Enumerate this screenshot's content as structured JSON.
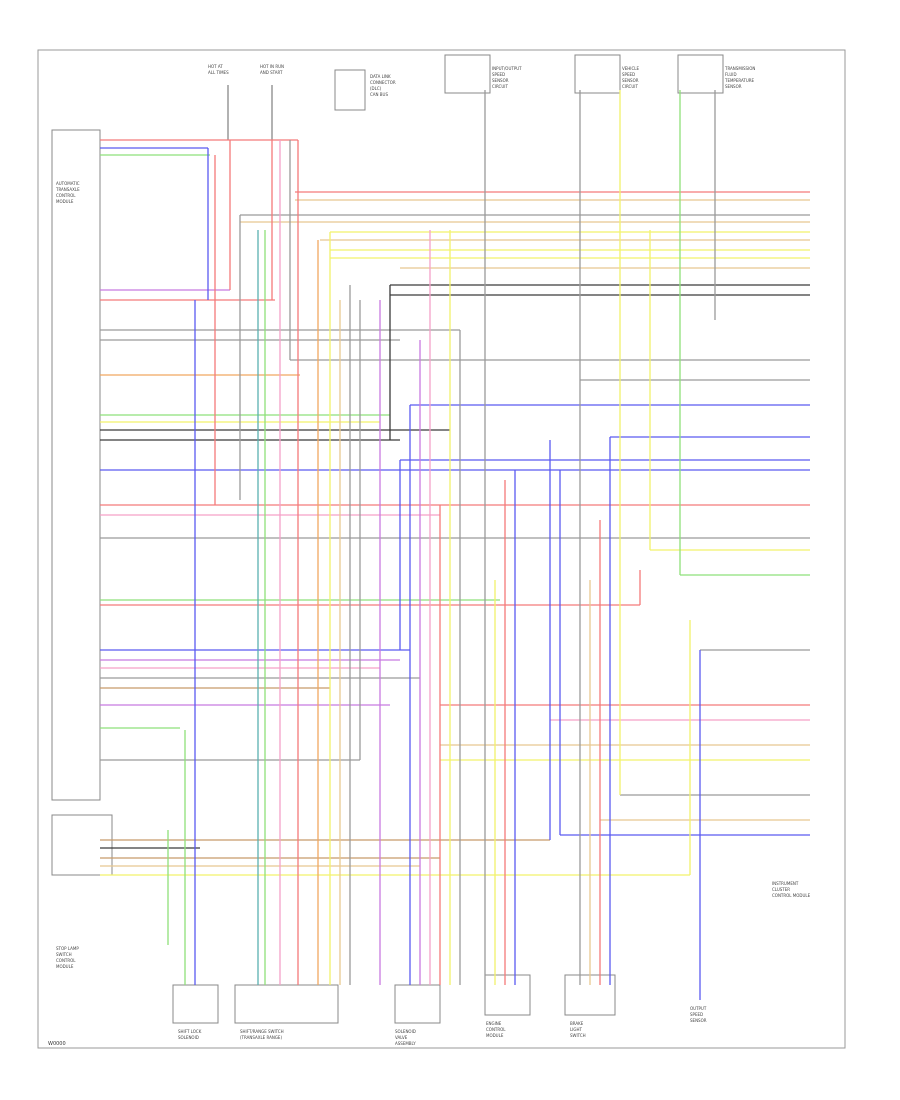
{
  "diagram": {
    "footer_code": "W0000",
    "components": {
      "ecm": "AUTOMATIC\nTRANSAXLE\nCONTROL\nMODULE",
      "control_module": "AUTOMATIC\nTRANSAXLE\nCONTROL\nMODULE",
      "top_fuse_1": "HOT AT\nALL TIMES",
      "top_fuse_2": "HOT IN RUN\nAND START",
      "top_relay": "DATA LINK\nCONNECTOR\n(DLC)\nCAN BUS",
      "top_box_1": "INPUT/OUTPUT\nSPEED\nSENSOR\nCIRCUIT",
      "top_box_2": "VEHICLE\nSPEED\nSENSOR\nCIRCUIT",
      "top_box_3": "TRANSMISSION\nFLUID\nTEMPERATURE\nSENSOR",
      "bottom_1": "SHIFT LOCK\nSOLENOID",
      "bottom_2": "SHIFT/RANGE SWITCH\n(TRANSAXLE RANGE)",
      "bottom_3": "SOLENOID\nVALVE\nASSEMBLY",
      "bottom_4": "ENGINE\nCONTROL\nMODULE",
      "bottom_5": "BRAKE\nLIGHT\nSWITCH",
      "bottom_6": "OUTPUT\nSPEED\nSENSOR",
      "right_module": "INSTRUMENT\nCLUSTER\nCONTROL MODULE",
      "left_lower": "STOP LAMP\nSWITCH\nCONTROL\nMODULE"
    }
  },
  "colors": {
    "red": "#f47a7a",
    "blue": "#5a5af0",
    "green": "#8ee07a",
    "yellow": "#f2f26a",
    "black": "#3a3a3a",
    "gray": "#9a9a9a",
    "violet": "#c87ae0",
    "brown": "#c89a6a",
    "tan": "#e8c890",
    "pink": "#f5a0c8",
    "teal": "#5ab0b0",
    "orange": "#f0a860"
  }
}
